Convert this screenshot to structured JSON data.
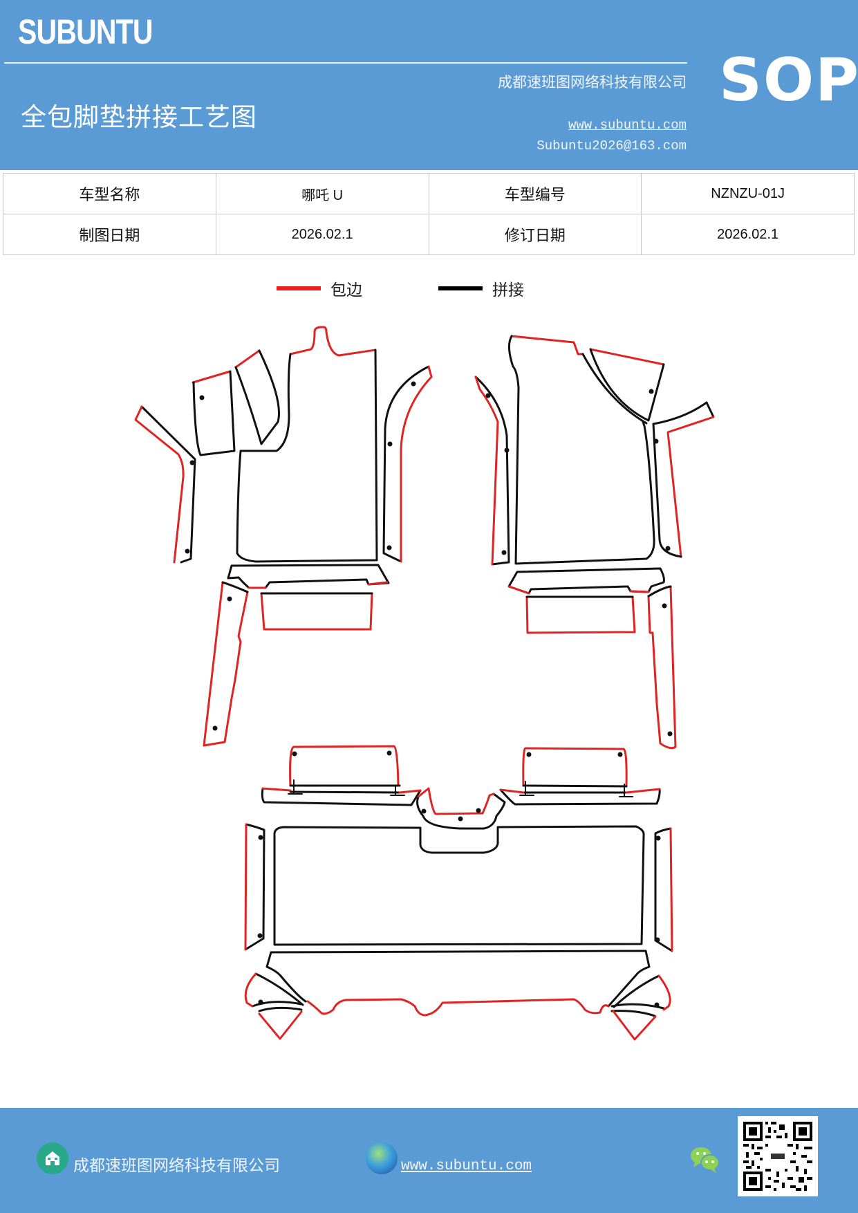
{
  "header": {
    "brand": "SUBUNTU",
    "title": "全包脚垫拼接工艺图",
    "company": "成都速班图网络科技有限公司",
    "website": "www.subuntu.com",
    "email": "Subuntu2026@163.com",
    "badge": "SOP",
    "background_color": "#5b9bd5"
  },
  "info_table": {
    "rows": [
      [
        {
          "label": "车型名称",
          "value": "哪吒 U"
        },
        {
          "label": "车型编号",
          "value": "NZNZU-01J"
        }
      ],
      [
        {
          "label": "制图日期",
          "value": "2026.02.1"
        },
        {
          "label": "修订日期",
          "value": "2026.02.1"
        }
      ]
    ]
  },
  "legend": {
    "items": [
      {
        "label": "包边",
        "color": "#ee1c1c"
      },
      {
        "label": "拼接",
        "color": "#000000"
      }
    ]
  },
  "diagram": {
    "edge_colors": {
      "binding": "#e02424",
      "splice": "#111111"
    }
  },
  "footer": {
    "company_icon": "building-icon",
    "company": "成都速班图网络科技有限公司",
    "globe_icon": "globe-icon",
    "website": "www.subuntu.com",
    "wechat_icon": "wechat-icon",
    "qr_code": "qr-code"
  }
}
